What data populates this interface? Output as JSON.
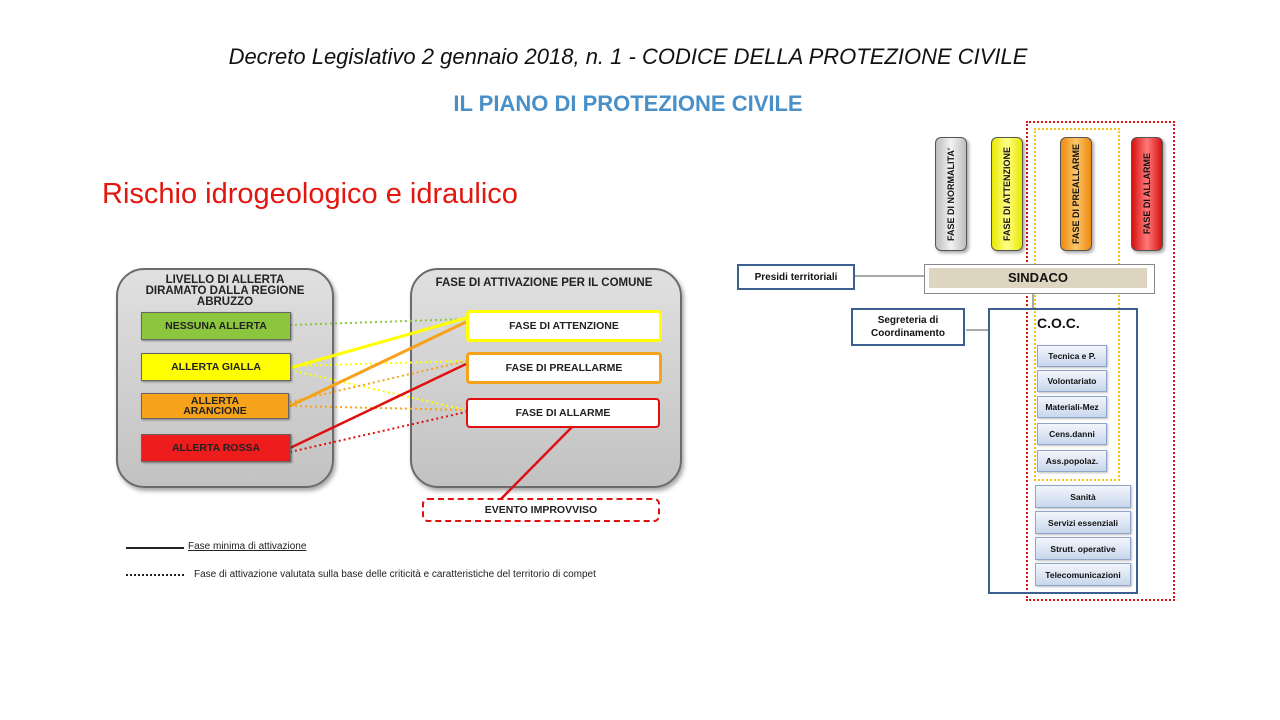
{
  "header": {
    "title": "Decreto Legislativo 2 gennaio 2018, n. 1 - CODICE DELLA PROTEZIONE CIVILE",
    "subtitle": "IL PIANO DI PROTEZIONE CIVILE"
  },
  "section_title": "Rischio idrogeologico  e idraulico",
  "alert_diagram": {
    "left_panel_title": "LIVELLO DI ALLERTA DIRAMATO DALLA REGIONE ABRUZZO",
    "right_panel_title": "FASE DI ATTIVAZIONE PER IL COMUNE",
    "alert_levels": [
      {
        "label": "NESSUNA ALLERTA",
        "color": "#8cc63e"
      },
      {
        "label": "ALLERTA GIALLA",
        "color": "#ffff00"
      },
      {
        "label": "ALLERTA ARANCIONE",
        "color": "#f7a21b"
      },
      {
        "label": "ALLERTA ROSSA",
        "color": "#ee1c1c"
      }
    ],
    "phases": [
      {
        "label": "FASE DI ATTENZIONE",
        "color": "#ffff00"
      },
      {
        "label": "FASE DI PREALLARME",
        "color": "#f7a21b"
      },
      {
        "label": "FASE DI ALLARME",
        "color": "#e01010"
      }
    ],
    "sudden_event": "EVENTO IMPROVVISO",
    "legend": {
      "solid": "Fase minima di attivazione",
      "dotted": "Fase di attivazione valutata sulla base delle criticità e caratteristiche del territorio di compet"
    }
  },
  "organigram": {
    "phases": [
      {
        "label": "FASE DI NORMALITA'",
        "color": "#d9d9d9"
      },
      {
        "label": "FASE DI ATTENZIONE",
        "color": "#ffff33"
      },
      {
        "label": "FASE DI PREALLARME",
        "color": "#f7a21b"
      },
      {
        "label": "FASE DI ALLARME",
        "color": "#ee1c1c"
      }
    ],
    "presidi": "Presidi territoriali",
    "sindaco": "SINDACO",
    "segreteria": "Segreteria di Coordinamento",
    "coc": "C.O.C.",
    "functions_inner": [
      "Tecnica e P.",
      "Volontariato",
      "Materiali-Mez",
      "Cens.danni",
      "Ass.popolaz."
    ],
    "functions_outer": [
      "Sanità",
      "Servizi essenziali",
      "Strutt. operative",
      "Telecomunicazioni"
    ]
  }
}
